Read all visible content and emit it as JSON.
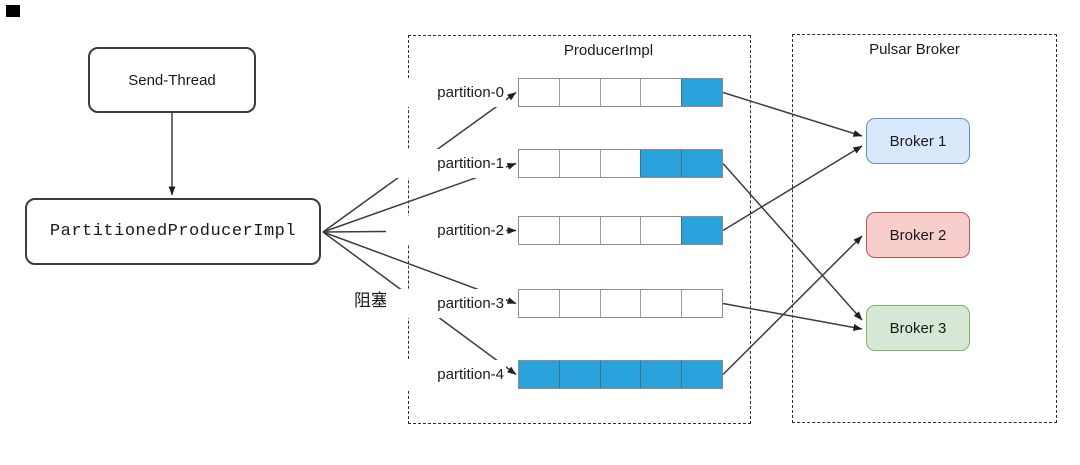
{
  "diagram": {
    "send_thread_label": "Send-Thread",
    "partitioned_producer_label": "PartitionedProducerImpl",
    "blocking_label": "阻塞",
    "producer_container_title": "ProducerImpl",
    "broker_container_title": "Pulsar Broker",
    "queue_fill_color": "#29a2db",
    "queue_capacity": 5,
    "partitions": [
      {
        "label": "partition-0",
        "cells": [
          0,
          0,
          0,
          0,
          1
        ],
        "filled_count": 1
      },
      {
        "label": "partition-1",
        "cells": [
          0,
          0,
          0,
          1,
          1
        ],
        "filled_count": 2
      },
      {
        "label": "partition-2",
        "cells": [
          0,
          0,
          0,
          0,
          1
        ],
        "filled_count": 1
      },
      {
        "label": "partition-3",
        "cells": [
          0,
          0,
          0,
          0,
          0
        ],
        "filled_count": 0
      },
      {
        "label": "partition-4",
        "cells": [
          1,
          1,
          1,
          1,
          1
        ],
        "filled_count": 5
      }
    ],
    "brokers": [
      {
        "label": "Broker 1",
        "fill": "#dae8fc",
        "border": "#6c8ebf"
      },
      {
        "label": "Broker 2",
        "fill": "#f8cecc",
        "border": "#b85450"
      },
      {
        "label": "Broker 3",
        "fill": "#d5e8d4",
        "border": "#82b366"
      }
    ],
    "edges": [
      {
        "from": "Send-Thread",
        "to": "PartitionedProducerImpl"
      },
      {
        "from": "PartitionedProducerImpl",
        "to": "partition-0"
      },
      {
        "from": "PartitionedProducerImpl",
        "to": "partition-1"
      },
      {
        "from": "PartitionedProducerImpl",
        "to": "partition-2"
      },
      {
        "from": "PartitionedProducerImpl",
        "to": "partition-3"
      },
      {
        "from": "PartitionedProducerImpl",
        "to": "partition-4"
      },
      {
        "from": "partition-0",
        "to": "Broker 1"
      },
      {
        "from": "partition-1",
        "to": "Broker 3"
      },
      {
        "from": "partition-2",
        "to": "Broker 1"
      },
      {
        "from": "partition-3",
        "to": "Broker 3"
      },
      {
        "from": "partition-4",
        "to": "Broker 2"
      }
    ]
  }
}
